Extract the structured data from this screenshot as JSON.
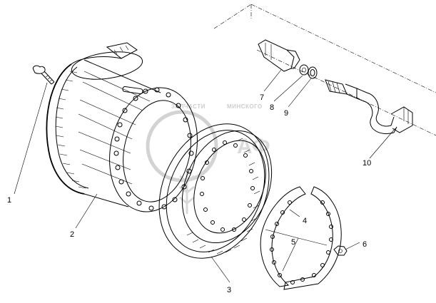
{
  "callouts": {
    "c1": "1",
    "c2": "2",
    "c3": "3",
    "c4": "4",
    "c5": "5",
    "c6": "6",
    "c7": "7",
    "c8": "8",
    "c9": "9",
    "c10": "10"
  },
  "watermark": {
    "left": "ЗАПЧАСТИ",
    "right": "МИНСКОГО",
    "logo_text": "АФ"
  },
  "colors": {
    "ink": "#000000",
    "watermark": "#c8c8c8",
    "background": "#ffffff"
  }
}
